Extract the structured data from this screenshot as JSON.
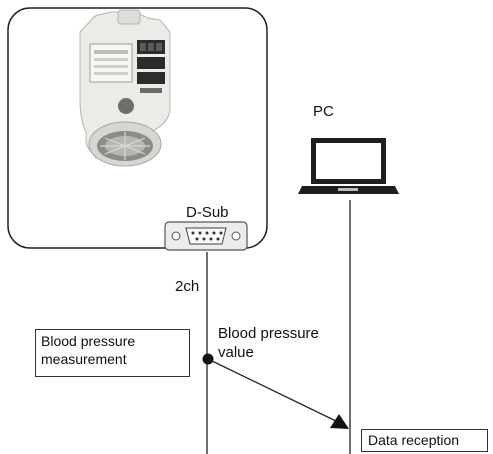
{
  "labels": {
    "pc": "PC",
    "dsub": "D-Sub",
    "channel": "2ch",
    "bp_measurement_line1": "Blood pressure",
    "bp_measurement_line2": "measurement",
    "bp_value_line1": "Blood pressure",
    "bp_value_line2": "value",
    "data_reception": "Data reception"
  },
  "colors": {
    "line": "#222222",
    "device_body": "#e9e9e6",
    "panel_dark": "#2c2c2c"
  },
  "icons": [
    "blood-pressure-monitor-image",
    "d-sub-connector-icon",
    "laptop-icon",
    "arrowhead-icon"
  ]
}
